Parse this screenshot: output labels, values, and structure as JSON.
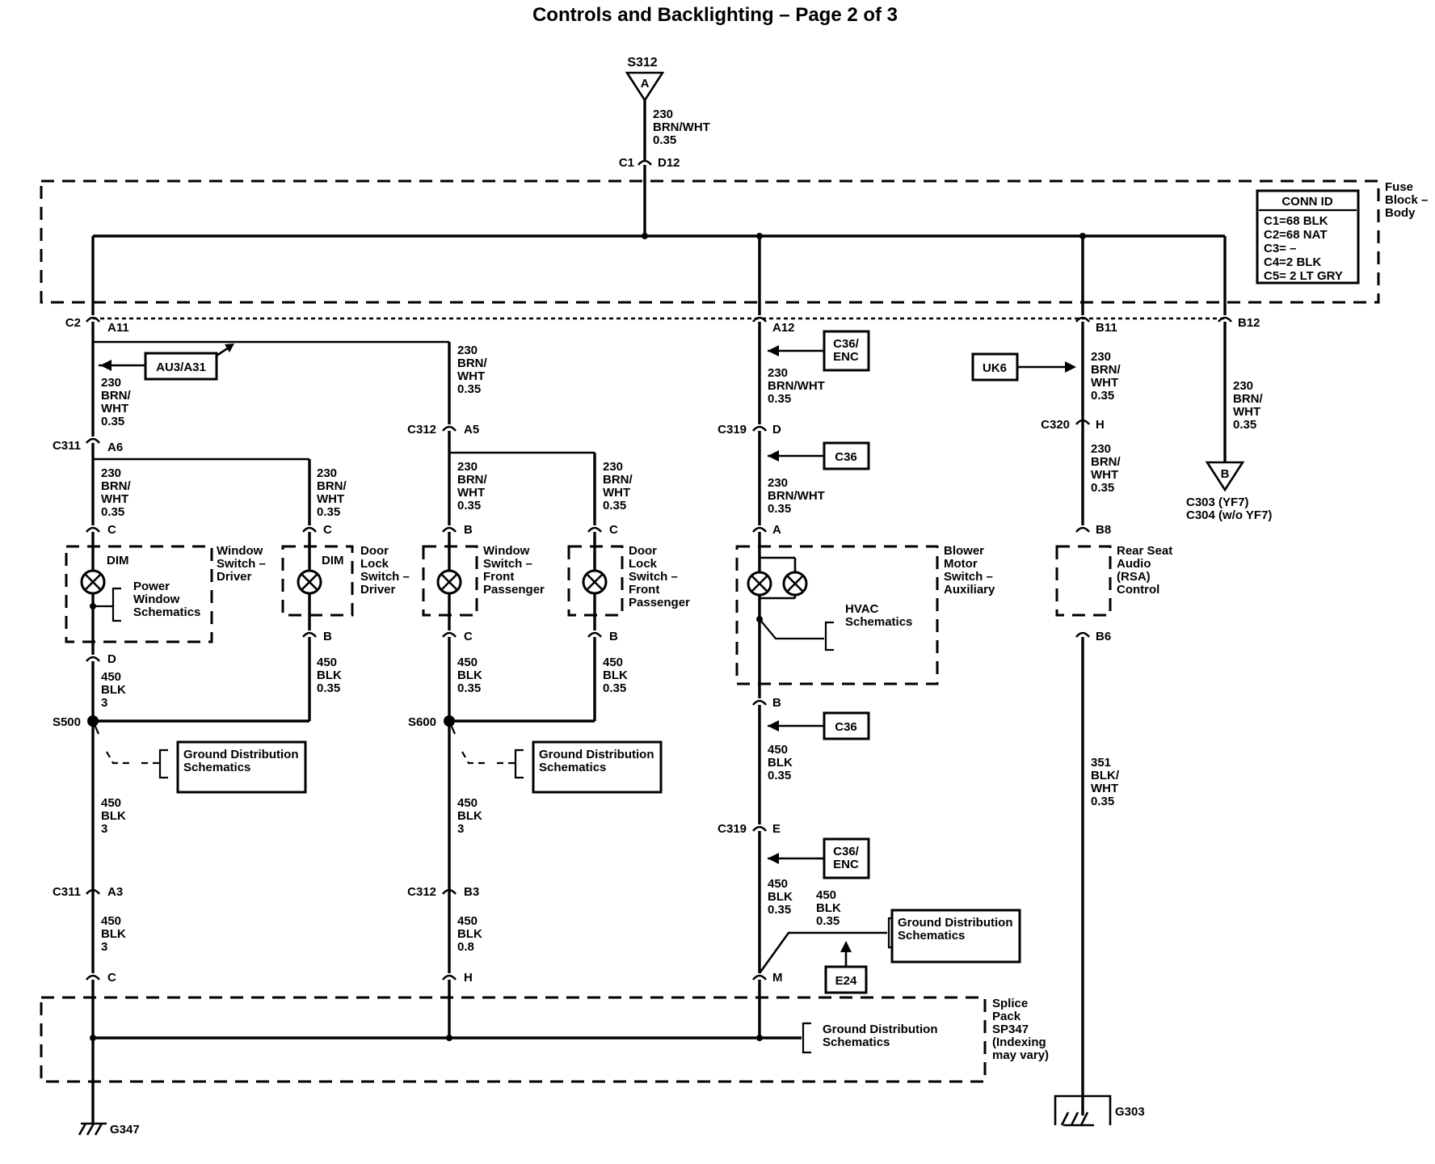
{
  "title": "Controls and Backlighting – Page 2 of 3",
  "top_connector": {
    "id": "S312",
    "pin": "A"
  },
  "fuse_block": {
    "name": [
      "Fuse",
      "Block –",
      "Body"
    ],
    "conn_id_header": "CONN ID",
    "conn_ids": [
      "C1=68 BLK",
      "C2=68 NAT",
      "C3= –",
      "C4=2 BLK",
      "C5= 2 LT GRY"
    ]
  },
  "connectors": {
    "c1": "C1",
    "d12": "D12",
    "c2": "C2",
    "a11": "A11",
    "a12": "A12",
    "b11": "B11",
    "b12": "B12",
    "c311a": "C311",
    "a6": "A6",
    "c312a": "C312",
    "a5": "A5",
    "c319a": "C319",
    "d": "D",
    "c320": "C320",
    "h": "H",
    "c311b": "C311",
    "a3": "A3",
    "c312b": "C312",
    "b3": "B3",
    "c319b": "C319",
    "e": "E",
    "m": "M",
    "h2": "H",
    "c2b": "C",
    "wsd_c": "C",
    "wsd_d": "D",
    "dls_c": "C",
    "dls_b": "B",
    "wsp_b": "B",
    "wsp_c": "C",
    "dlp_c": "C",
    "dlp_b": "B",
    "bm_a": "A",
    "bm_b": "B",
    "rsa_b8": "B8",
    "rsa_b6": "B6",
    "s500": "S500",
    "s600": "S600",
    "g347": "G347",
    "g303": "G303",
    "c303": "C303 (YF7)",
    "c304": "C304 (w/o YF7)",
    "b_pin": "B"
  },
  "wires": {
    "w1": [
      "230",
      "BRN/WHT",
      "0.35"
    ],
    "w2": [
      "230",
      "BRN/",
      "WHT",
      "0.35"
    ],
    "w3": [
      "230",
      "BRN/",
      "WHT",
      "0.35"
    ],
    "w4": [
      "230",
      "BRN/WHT",
      "0.35"
    ],
    "w5": [
      "230",
      "BRN/",
      "WHT",
      "0.35"
    ],
    "w6": [
      "230",
      "BRN/",
      "WHT",
      "0.35"
    ],
    "w7": [
      "230",
      "BRN/",
      "WHT",
      "0.35"
    ],
    "w8": [
      "230",
      "BRN/",
      "WHT",
      "0.35"
    ],
    "w9": [
      "230",
      "BRN/",
      "WHT",
      "0.35"
    ],
    "w10": [
      "230",
      "BRN/",
      "WHT",
      "0.35"
    ],
    "w11": [
      "230",
      "BRN/WHT",
      "0.35"
    ],
    "w12": [
      "230",
      "BRN/",
      "WHT",
      "0.35"
    ],
    "g1": [
      "450",
      "BLK",
      "3"
    ],
    "g2": [
      "450",
      "BLK",
      "0.35"
    ],
    "g3": [
      "450",
      "BLK",
      "0.35"
    ],
    "g4": [
      "450",
      "BLK",
      "0.35"
    ],
    "g5": [
      "450",
      "BLK",
      "0.35"
    ],
    "g6": [
      "450",
      "BLK",
      "3"
    ],
    "g7": [
      "450",
      "BLK",
      "3"
    ],
    "g8": [
      "450",
      "BLK",
      "3"
    ],
    "g9": [
      "450",
      "BLK",
      "0.8"
    ],
    "g10": [
      "450",
      "BLK",
      "0.35"
    ],
    "g11": [
      "450",
      "BLK",
      "0.35"
    ],
    "r1": [
      "351",
      "BLK/",
      "WHT",
      "0.35"
    ]
  },
  "options": {
    "au3": "AU3/A31",
    "c36enc1": [
      "C36/",
      "ENC"
    ],
    "uk6": "UK6",
    "c36a": "C36",
    "c36b": "C36",
    "c36enc2": [
      "C36/",
      "ENC"
    ],
    "e24": "E24"
  },
  "components": {
    "wsd": [
      "Window",
      "Switch –",
      "Driver"
    ],
    "dls": [
      "Door",
      "Lock",
      "Switch –",
      "Driver"
    ],
    "wsp": [
      "Window",
      "Switch –",
      "Front",
      "Passenger"
    ],
    "dlp": [
      "Door",
      "Lock",
      "Switch –",
      "Front",
      "Passenger"
    ],
    "bms": [
      "Blower",
      "Motor",
      "Switch –",
      "Auxiliary"
    ],
    "rsa": [
      "Rear Seat",
      "Audio",
      "(RSA)",
      "Control"
    ],
    "dim1": "DIM",
    "dim2": "DIM",
    "pws": [
      "Power",
      "Window",
      "Schematics"
    ],
    "hvac": [
      "HVAC",
      "Schematics"
    ],
    "splice": [
      "Splice",
      "Pack",
      "SP347",
      "(Indexing",
      "may vary)"
    ]
  },
  "ground_refs": {
    "gd1": [
      "Ground Distribution",
      "Schematics"
    ],
    "gd2": [
      "Ground Distribution",
      "Schematics"
    ],
    "gd3": [
      "Ground Distribution",
      "Schematics"
    ],
    "gd4": [
      "Ground Distribution",
      "Schematics"
    ]
  }
}
